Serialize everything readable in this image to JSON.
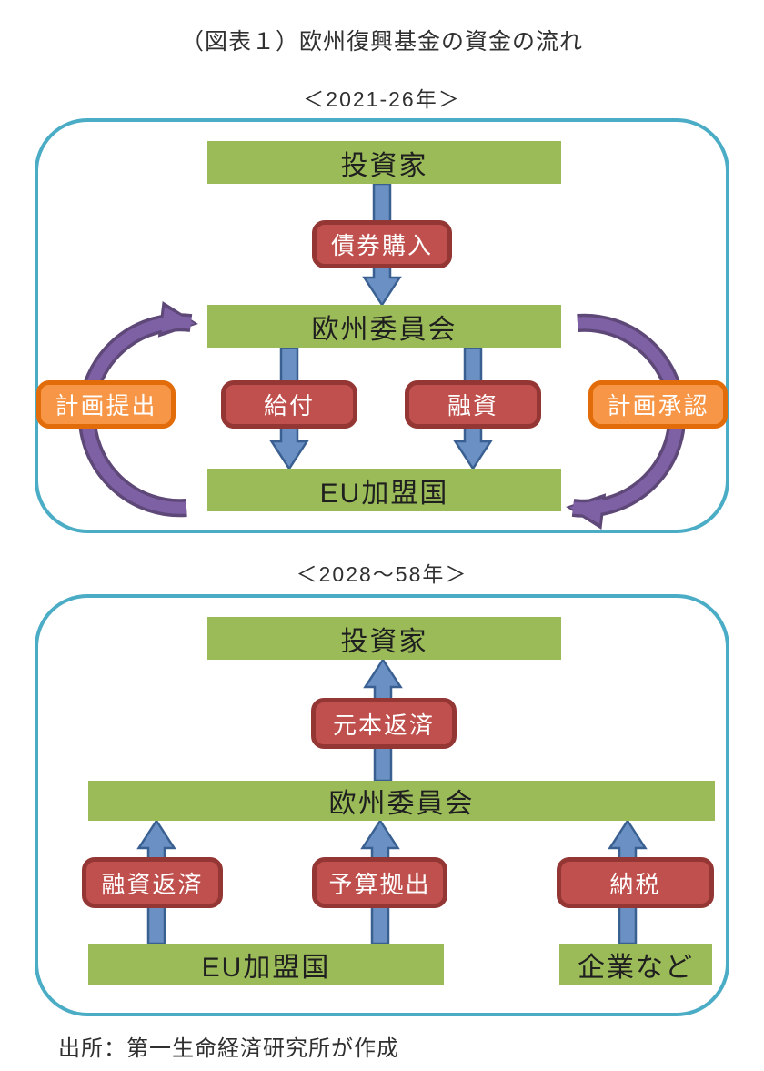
{
  "figure": {
    "title": "（図表１）欧州復興基金の資金の流れ",
    "source": "出所：第一生命経済研究所が作成"
  },
  "colors": {
    "panel_border": "#4BACC6",
    "node_green": "#9BBB59",
    "flow_red_fill": "#C0504D",
    "flow_red_border": "#943634",
    "plan_orange_fill": "#F79646",
    "plan_orange_border": "#E36C0A",
    "arrow_blue_fill": "#6B90C3",
    "arrow_blue_border": "#3A6091",
    "arrow_purple": "#7E61A5",
    "arrow_purple_dark": "#5E4878"
  },
  "panel1": {
    "subtitle": "＜2021-26年＞",
    "nodes": {
      "investors": "投資家",
      "commission": "欧州委員会",
      "members": "EU加盟国"
    },
    "flows": {
      "bond_purchase": "債券購入",
      "grants": "給付",
      "loans": "融資",
      "plan_submission": "計画提出",
      "plan_approval": "計画承認"
    }
  },
  "panel2": {
    "subtitle": "＜2028～58年＞",
    "nodes": {
      "investors": "投資家",
      "commission": "欧州委員会",
      "members": "EU加盟国",
      "companies": "企業など"
    },
    "flows": {
      "principal_repayment": "元本返済",
      "loan_repayment": "融資返済",
      "budget_contribution": "予算拠出",
      "tax_payment": "納税"
    }
  }
}
